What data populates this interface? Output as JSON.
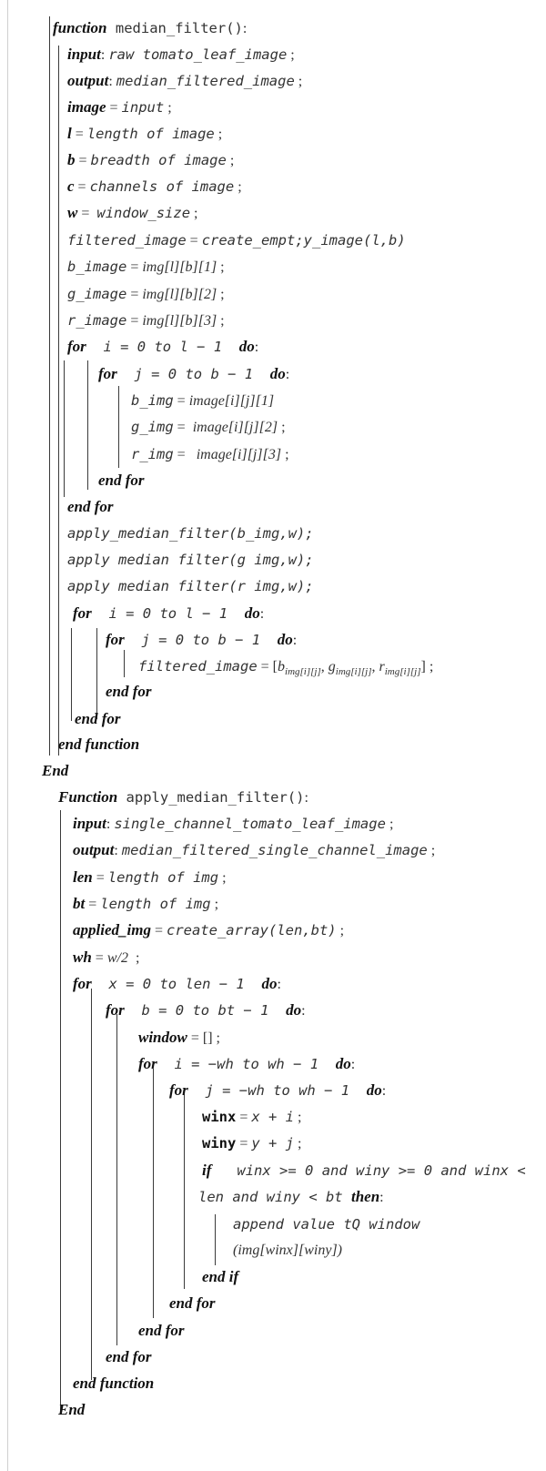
{
  "algorithm": {
    "median_filter": {
      "header_kw": "function",
      "header_name": "median_filter()",
      "header_tail": ":",
      "input_kw": "input",
      "input_text": "raw tomato_leaf_image",
      "output_kw": "output",
      "output_text": "median_filtered_image",
      "image_kw": "image",
      "image_text": "input",
      "l_kw": "l",
      "l_text": "length of image",
      "b_kw": "b",
      "b_text": "breadth of image",
      "c_kw": "c",
      "c_text": "channels of image",
      "w_kw": "w",
      "w_text": "window_size",
      "filtered_lhs": "filtered_image",
      "filtered_rhs": "create_empt;y_image(l,b)",
      "bimage_lhs": "b_image",
      "bimage_rhs": "img[l][b][1]",
      "gimage_lhs": "g_image",
      "gimage_rhs": "img[l][b][2]",
      "rimage_lhs": "r_image",
      "rimage_rhs": "img[l][b][3]",
      "for1_kw": "for",
      "for1_range": "i = 0 to l − 1",
      "for1_do": "do",
      "for2_kw": "for",
      "for2_range": "j = 0 to b − 1",
      "for2_do": "do",
      "bimg_lhs": "b_img",
      "bimg_rhs": "image[i][j][1]",
      "gimg_lhs": "g_img",
      "gimg_rhs": "image[i][j][2]",
      "rimg_lhs": "r_img",
      "rimg_rhs": "image[i][j][3]",
      "endfor": "end for",
      "apply_b": "apply_median_filter(b_img,w);",
      "apply_g": "apply median filter(g img,w);",
      "apply_r": "apply median filter(r img,w);",
      "for3_range": "i = 0 to l − 1",
      "for4_range": "j = 0 to b − 1",
      "assign_lhs": "filtered_image",
      "assign_b": "b",
      "assign_g": "g",
      "assign_r": "r",
      "assign_sub": "img[i][j]",
      "end_function": "end function",
      "end": "End"
    },
    "apply_median_filter": {
      "header_kw": "Function",
      "header_name": "apply_median_filter()",
      "input_text": "single_channel_tomato_leaf_image",
      "output_text": "median_filtered_single_channel_image",
      "len_kw": "len",
      "len_text": "length of img",
      "bt_kw": "bt",
      "bt_text": "length of img",
      "applied_kw": "applied_img",
      "applied_text": "create_array(len,bt)",
      "wh_kw": "wh",
      "wh_text": "w/2",
      "forx_range": "x = 0 to len − 1",
      "forb_range": "b = 0 to bt − 1",
      "window_kw": "window",
      "window_text": "[]",
      "fori_range": "i = −wh to wh − 1",
      "forj_range": "j = −wh to wh − 1",
      "winx_kw": "winx",
      "winx_text": "x + i",
      "winy_kw": "winy",
      "winy_text": "y + j",
      "if_kw": "if",
      "if_cond_1": "winx >= 0 and winy >= 0  and winx <",
      "if_cond_2": "len and winy < bt",
      "then_kw": "then",
      "append_1": "append value tQ window",
      "append_2": "(img[winx][winy])",
      "endif": "end if"
    }
  }
}
